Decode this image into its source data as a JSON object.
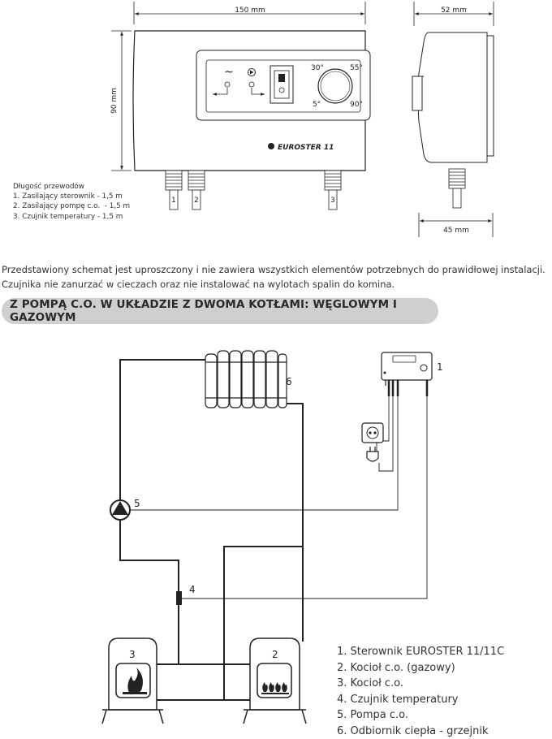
{
  "top_drawing": {
    "dim_width": "150 mm",
    "dim_height": "90 mm",
    "dim_side_top": "52 mm",
    "dim_side_bottom": "45 mm",
    "brand_label": "EUROSTER 11",
    "dial_ticks": [
      "30°",
      "55°",
      "5°",
      "90°"
    ],
    "cable_numbers": [
      "1",
      "2",
      "3"
    ]
  },
  "wire_lengths": {
    "title": "Długość przewodów",
    "items": [
      "1. Zasilający sterownik - 1,5 m",
      "2. Zasilający pompę c.o.  - 1,5 m",
      "3. Czujnik temperatury - 1,5 m"
    ]
  },
  "note": {
    "line1": "Przedstawiony schemat jest uproszczony i nie zawiera wszystkich elementów potrzebnych do prawidłowej instalacji.",
    "line2": "Czujnika nie zanurzać w cieczach oraz nie instalować na wylotach spalin do komina."
  },
  "banner": {
    "title": "Z POMPĄ C.O. W UKŁADZIE Z DWOMA KOTŁAMI: WĘGLOWYM I GAZOWYM"
  },
  "schematic": {
    "labels": {
      "controller": "1",
      "gas_boiler": "2",
      "coal_boiler": "3",
      "sensor": "4",
      "pump": "5",
      "radiator": "6"
    }
  },
  "legend": {
    "items": [
      "1. Sterownik EUROSTER 11/11C",
      "2. Kocioł c.o. (gazowy)",
      "3. Kocioł c.o.",
      "4. Czujnik temperatury",
      "5. Pompa c.o.",
      "6. Odbiornik ciepła - grzejnik"
    ]
  }
}
